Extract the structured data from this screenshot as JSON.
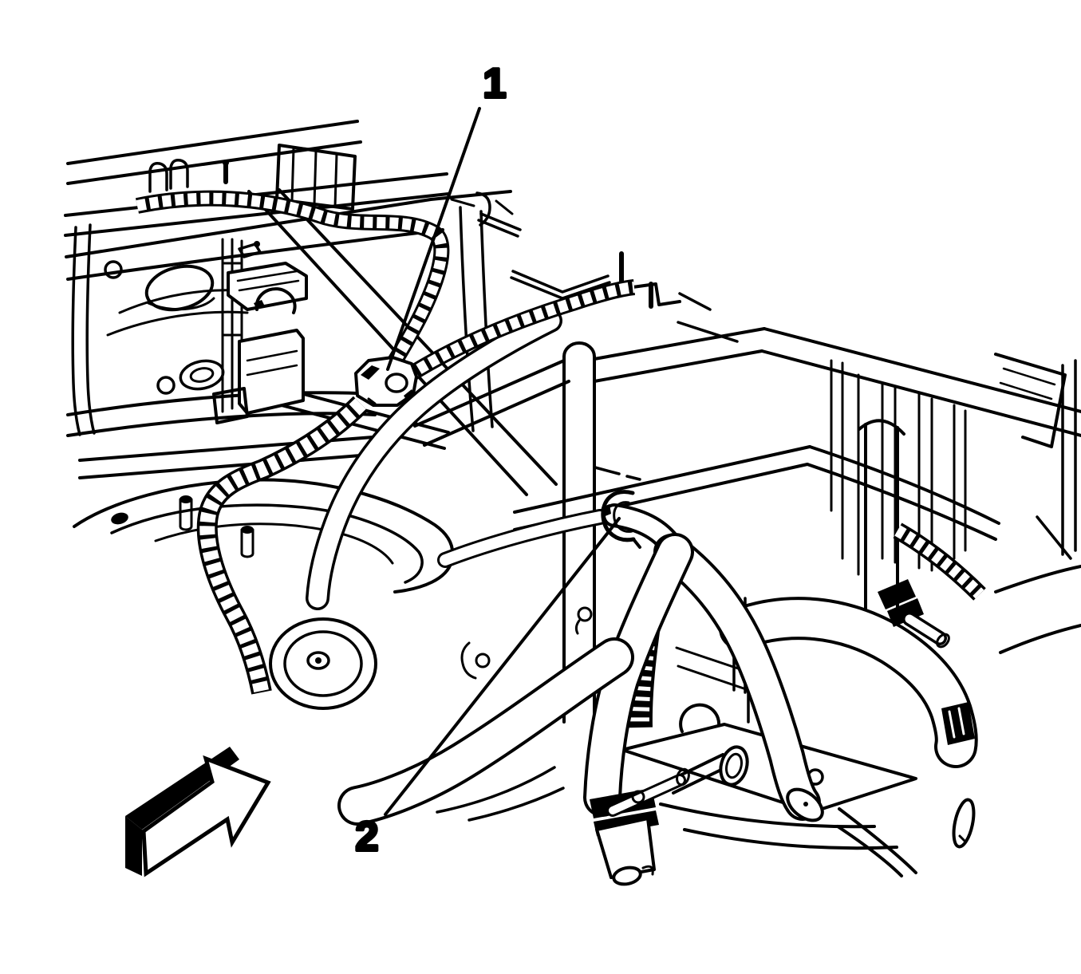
{
  "figure": {
    "type": "technical-line-illustration",
    "subject": "engine-compartment-wiring-harness-view",
    "colors": {
      "background": "#ffffff",
      "line": "#000000"
    },
    "callouts": [
      {
        "label": "1",
        "points_to": "harness-connector"
      },
      {
        "label": "2",
        "points_to": "harness-retainer-clip"
      }
    ],
    "direction_arrow": {
      "style": "3d-block-arrow",
      "direction": "up-right"
    }
  }
}
